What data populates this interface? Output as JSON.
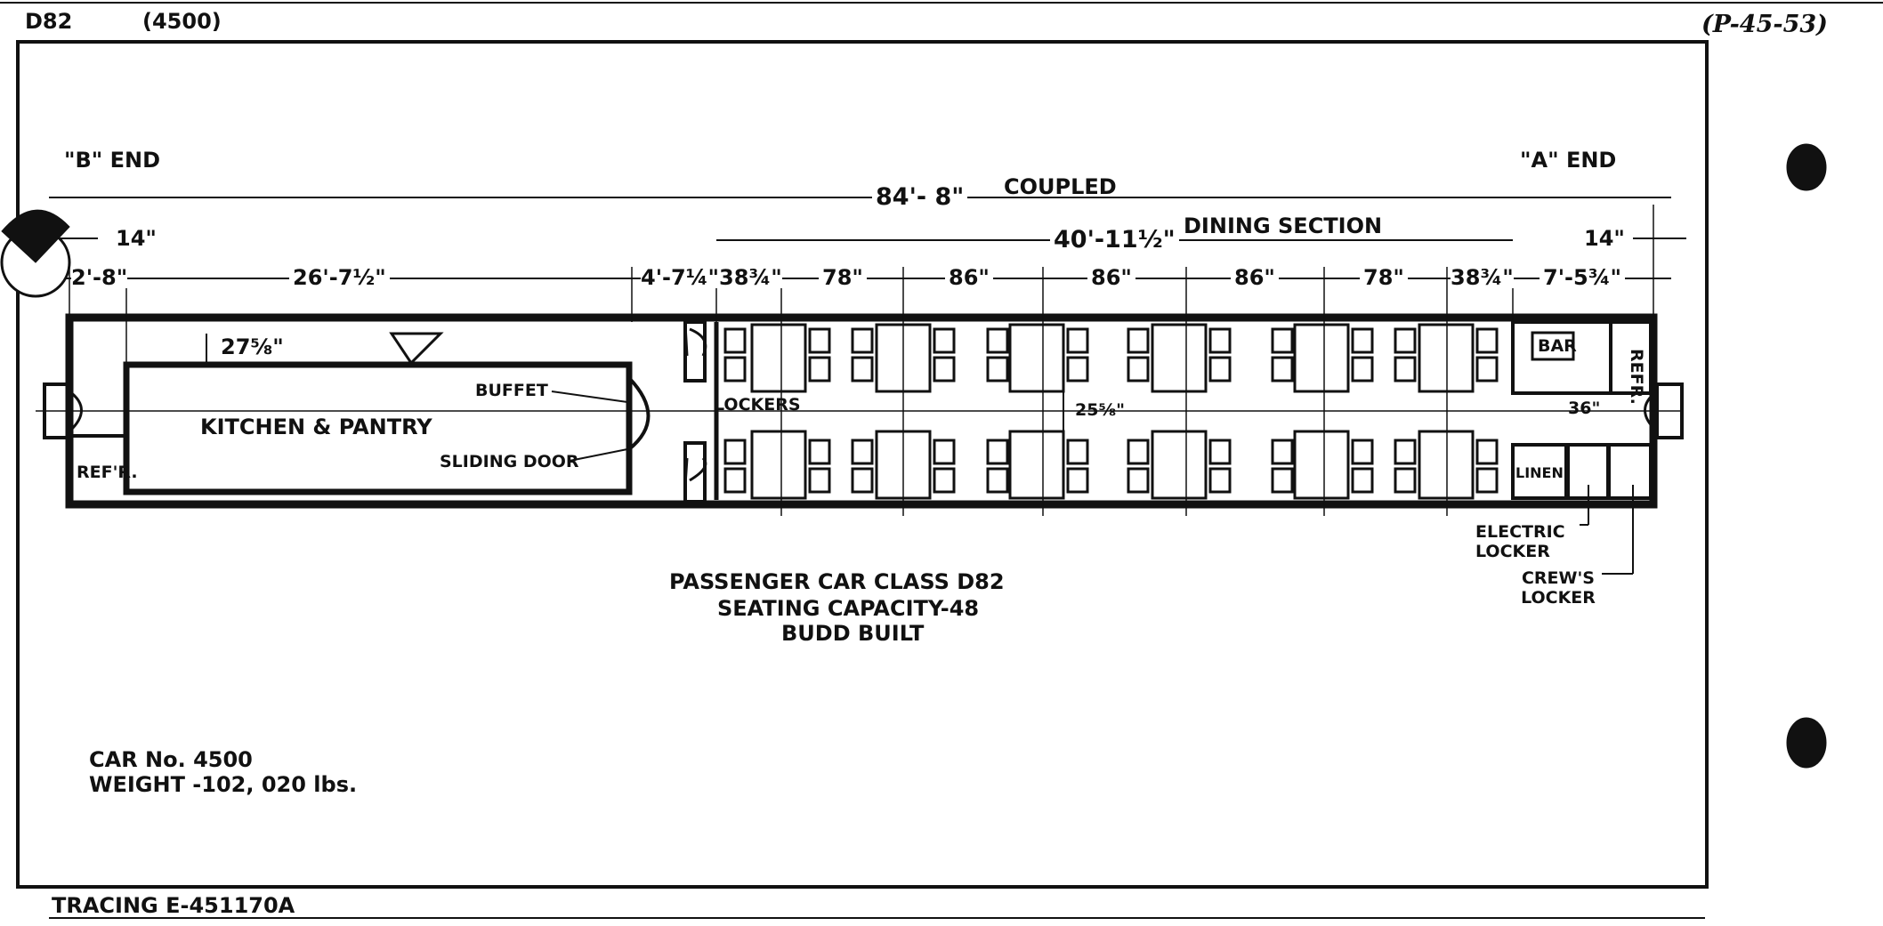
{
  "header": {
    "class_code": "D82",
    "car_number_ref": "(4500)",
    "page_ref": "(P-45-53)"
  },
  "ends": {
    "b_end": "\"B\" END",
    "a_end": "\"A\" END"
  },
  "dimensions": {
    "overall": "84'- 8\"",
    "overall_label": "COUPLED",
    "dining_section": "40'-11½\"",
    "dining_label": "DINING SECTION",
    "b_coupler": "14\"",
    "a_coupler": "14\"",
    "d_2_8": "2'-8\"",
    "d_26_7": "26'-7½\"",
    "d_4_7": "4'-7¼\"",
    "d_38_a": "38¾\"",
    "d_78_a": "78\"",
    "d_86_a": "86\"",
    "d_86_b": "86\"",
    "d_86_c": "86\"",
    "d_78_b": "78\"",
    "d_38_b": "38¾\"",
    "d_7_5": "7'-5¾\"",
    "d_27": "27⅝\"",
    "d_25": "25⅝\"",
    "d_36": "36\""
  },
  "rooms": {
    "kitchen": "KITCHEN & PANTRY",
    "refr_b": "REF'R.",
    "buffet": "BUFFET",
    "sliding_door": "SLIDING DOOR",
    "lockers": "LOCKERS",
    "bar": "BAR",
    "refr_a": "REFR.",
    "linen": "LINEN",
    "electric_locker": "ELECTRIC LOCKER",
    "crews_locker": "CREW'S LOCKER"
  },
  "caption": {
    "line1": "PASSENGER CAR CLASS D82",
    "line2": "SEATING CAPACITY-48",
    "line3": "BUDD BUILT"
  },
  "car_info": {
    "car_no": "CAR No. 4500",
    "weight": "WEIGHT -102, 020 lbs."
  },
  "footer": {
    "tracing": "TRACING E-451170A"
  }
}
